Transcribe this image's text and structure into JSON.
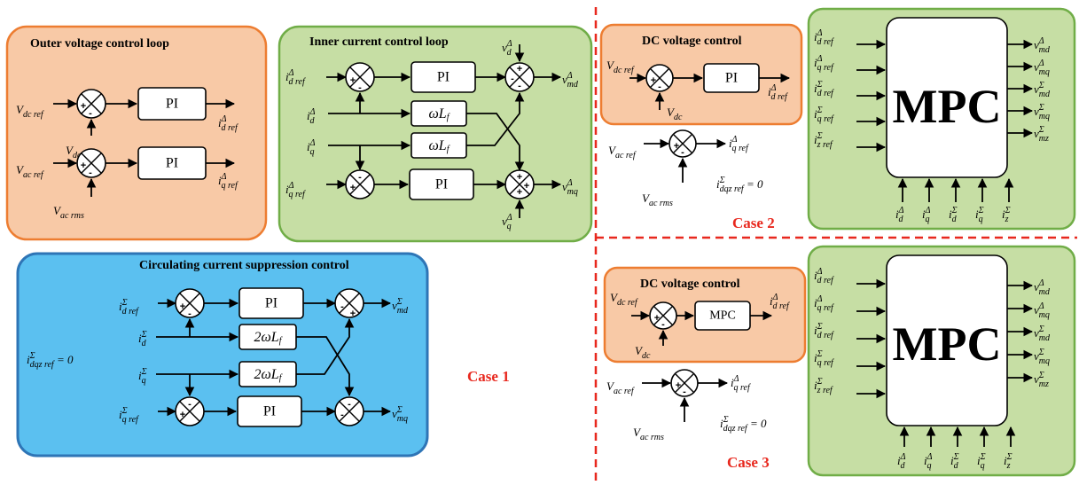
{
  "titles": {
    "outer_voltage": "Outer voltage control loop",
    "inner_current": "Inner current control loop",
    "circulating": "Circulating current suppression control",
    "dc_voltage_case2": "DC voltage control",
    "dc_voltage_case3": "DC voltage control"
  },
  "blocks": {
    "pi": "PI",
    "mpc_small": "MPC",
    "mpc_big": "MPC"
  },
  "cases": {
    "case1": "Case 1",
    "case2": "Case 2",
    "case3": "Case 3"
  },
  "signals": {
    "v_dc_ref": "V_{dc ref}",
    "v_dc": "V_{dc}",
    "v_ac_ref": "V_{ac ref}",
    "v_ac_rms": "V_{ac rms}",
    "id_ref": "i^Δ_{d ref}",
    "iq_ref": "i^Δ_{q ref}",
    "id": "i^Δ_{d}",
    "iq": "i^Δ_{q}",
    "vd": "v^Δ_{d}",
    "vq": "v^Δ_{q}",
    "vmd": "v^Δ_{md}",
    "vmq": "v^Δ_{mq}",
    "wLf": "ωL_f",
    "two_wLf": "2ωL_f",
    "isd_ref": "i^Σ_{d ref}",
    "isq_ref": "i^Σ_{q ref}",
    "isz_ref": "i^Σ_{z ref}",
    "isd": "i^Σ_{d}",
    "isq": "i^Σ_{q}",
    "isz": "i^Σ_{z}",
    "vsmd": "v^Σ_{md}",
    "vsmq": "v^Σ_{mq}",
    "vsmz": "v^Σ_{mz}",
    "isdqz_zero": "i^Σ_{dqz ref} = 0"
  }
}
